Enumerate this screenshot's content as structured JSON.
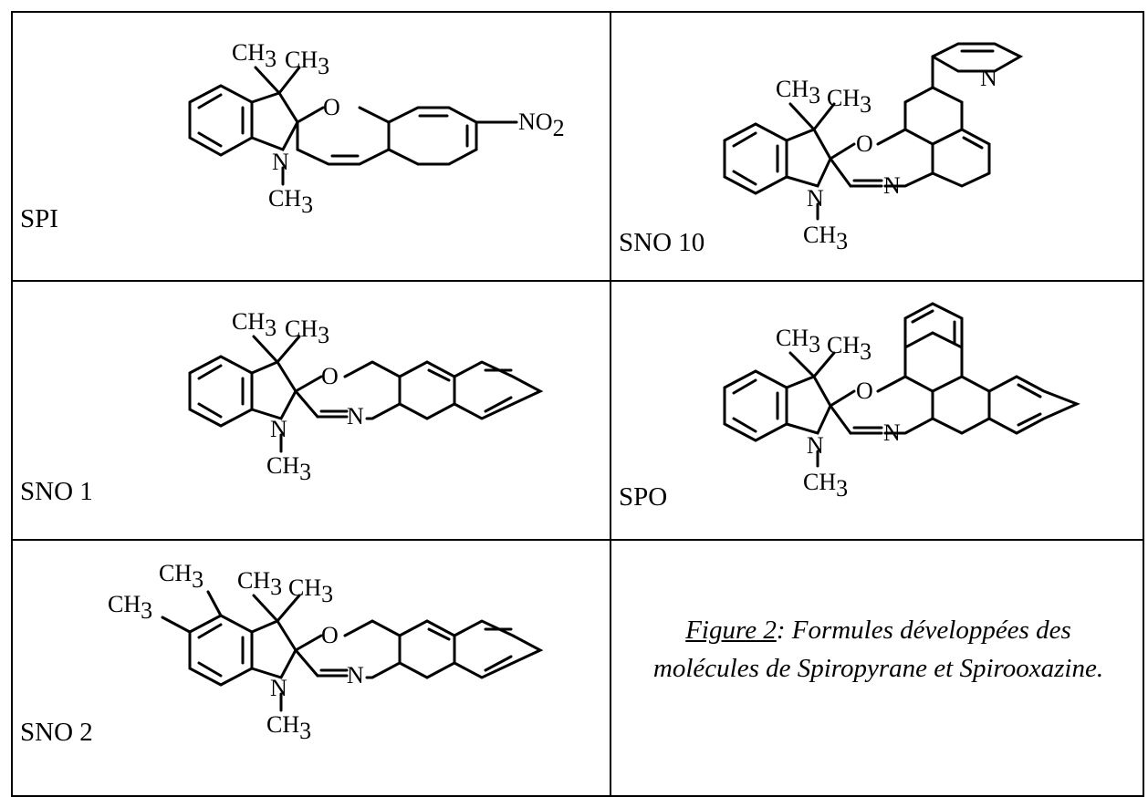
{
  "molecules": [
    {
      "name": "SPI"
    },
    {
      "name": "SNO 10"
    },
    {
      "name": "SNO 1"
    },
    {
      "name": "SPO"
    },
    {
      "name": "SNO 2"
    }
  ],
  "atoms": {
    "ch3": "CH",
    "three": "3",
    "oxygen": "O",
    "nitrogen": "N",
    "nitro": "NO",
    "two": "2"
  },
  "caption": {
    "figure": "Figure 2",
    "text_line1": ": Formules développées des",
    "text_line2": "molécules de Spiropyrane et Spirooxazine."
  }
}
